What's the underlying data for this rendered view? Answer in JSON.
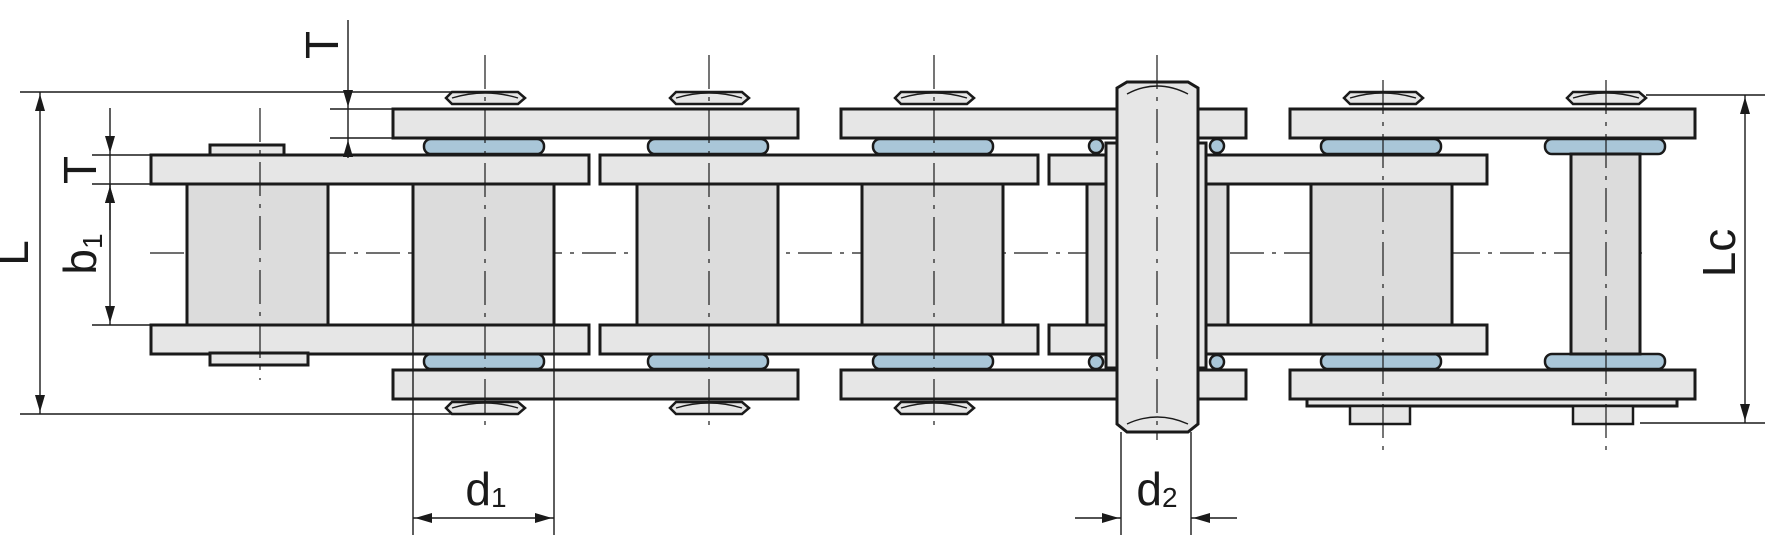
{
  "diagram": {
    "labels": {
      "T_top": "T",
      "T_side": "T",
      "L": "L",
      "b1_main": "b",
      "b1_sub": "1",
      "d1_main": "d",
      "d1_sub": "1",
      "d2_main": "d",
      "d2_sub": "2",
      "Lc": "Lc"
    },
    "colors": {
      "plate": "#e6e6e6",
      "roller": "#dcdcdc",
      "bushing": "#a9c6d8",
      "line": "#1a1a1a"
    }
  }
}
